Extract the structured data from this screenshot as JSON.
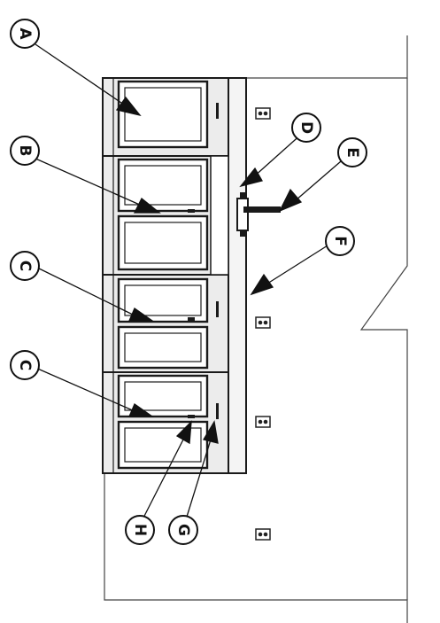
{
  "callouts": [
    {
      "id": "A",
      "label": "A"
    },
    {
      "id": "B",
      "label": "B"
    },
    {
      "id": "C1",
      "label": "C"
    },
    {
      "id": "C2",
      "label": "C"
    },
    {
      "id": "D",
      "label": "D"
    },
    {
      "id": "E",
      "label": "E"
    },
    {
      "id": "F",
      "label": "F"
    },
    {
      "id": "G",
      "label": "G"
    },
    {
      "id": "H",
      "label": "H"
    }
  ],
  "colors": {
    "line": "#1a1a1a",
    "frame_fill": "#e6e6e6",
    "panel_fill": "#ffffff",
    "wall_line": "#444444"
  }
}
